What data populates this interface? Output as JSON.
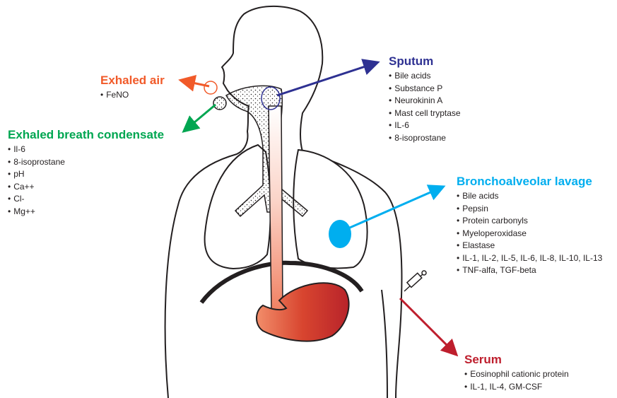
{
  "colors": {
    "exhaled_air": "#f15a29",
    "ebc": "#00a651",
    "sputum": "#2e3192",
    "bal": "#00aeef",
    "serum": "#be1e2d",
    "outline": "#231f20",
    "stomach": "#c1272d"
  },
  "sections": {
    "exhaled_air": {
      "title": "Exhaled air",
      "items": [
        "FeNO"
      ]
    },
    "ebc": {
      "title": "Exhaled breath condensate",
      "items": [
        "Il-6",
        "8-isoprostane",
        "pH",
        "Ca++",
        "Cl-",
        "Mg++"
      ]
    },
    "sputum": {
      "title": "Sputum",
      "items": [
        "Bile acids",
        "Substance P",
        "Neurokinin A",
        "Mast cell tryptase",
        "IL-6",
        "8-isoprostane"
      ]
    },
    "bal": {
      "title": "Bronchoalveolar lavage",
      "items": [
        "Bile acids",
        "Pepsin",
        "Protein carbonyls",
        "Myeloperoxidase",
        "Elastase",
        "IL-1, IL-2, IL-5, IL-6, IL-8, IL-10, IL-13",
        "TNF-alfa, TGF-beta"
      ]
    },
    "serum": {
      "title": "Serum",
      "items": [
        "Eosinophil cationic protein",
        "IL-1, IL-4, GM-CSF"
      ]
    }
  }
}
